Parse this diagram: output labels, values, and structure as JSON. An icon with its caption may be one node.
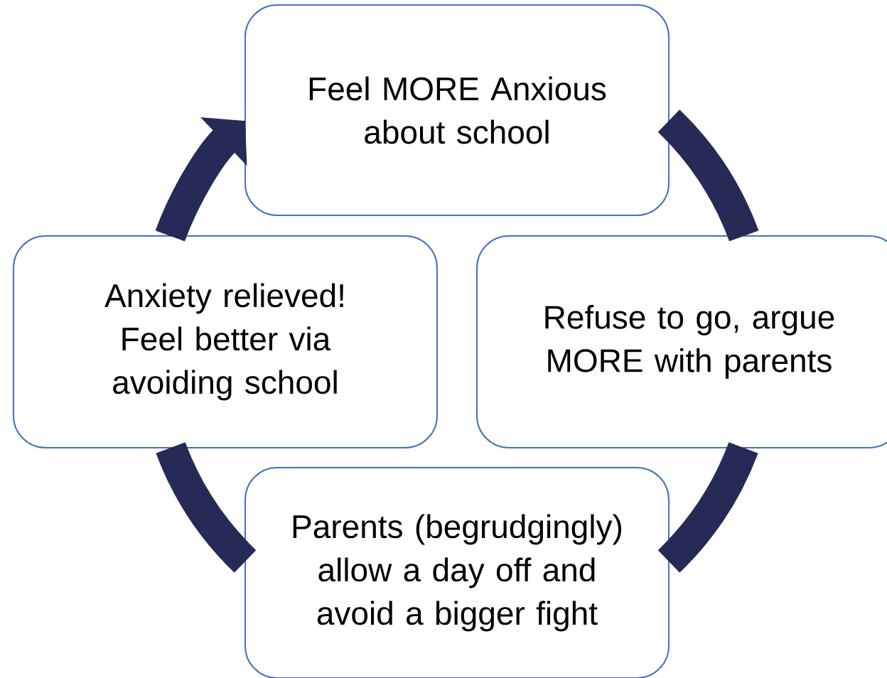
{
  "diagram": {
    "nodes": [
      {
        "text": [
          "Feel MORE Anxious about school"
        ]
      },
      {
        "text": [
          "Refuse to go, argue MORE with parents"
        ]
      },
      {
        "text": [
          "Parents (begrudgingly) allow a day off and avoid a bigger fight"
        ]
      },
      {
        "text": [
          "Anxiety relieved! Feel better via avoiding school"
        ]
      }
    ],
    "edges": [
      {
        "from": 0,
        "to": 1,
        "arrow": "none"
      },
      {
        "from": 1,
        "to": 2,
        "arrow": "none"
      },
      {
        "from": 2,
        "to": 3,
        "arrow": "none"
      },
      {
        "from": 3,
        "to": 0,
        "arrow": "to"
      }
    ]
  }
}
